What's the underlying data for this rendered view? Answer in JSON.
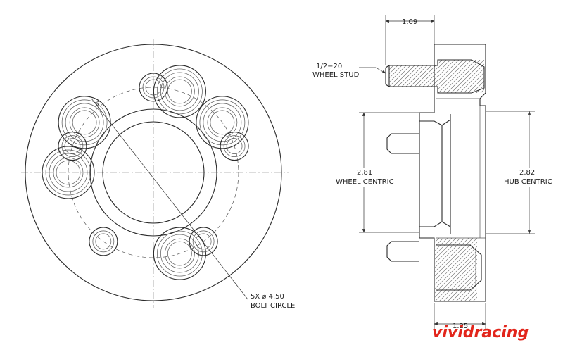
{
  "front_view": {
    "bolt_circle_label": [
      "5X ⌀ 4.50",
      "BOLT CIRCLE"
    ]
  },
  "side_view": {
    "stud_length": "1.09",
    "stud_thread_label": [
      "1/2−20",
      "WHEEL STUD"
    ],
    "wheel_centric_label": [
      "2.81",
      "WHEEL CENTRIC"
    ],
    "hub_centric_label": [
      "2.82",
      "HUB CENTRIC"
    ],
    "thickness": "1.25"
  },
  "watermark": {
    "text": "vividracing",
    "color": "#e2251b"
  }
}
